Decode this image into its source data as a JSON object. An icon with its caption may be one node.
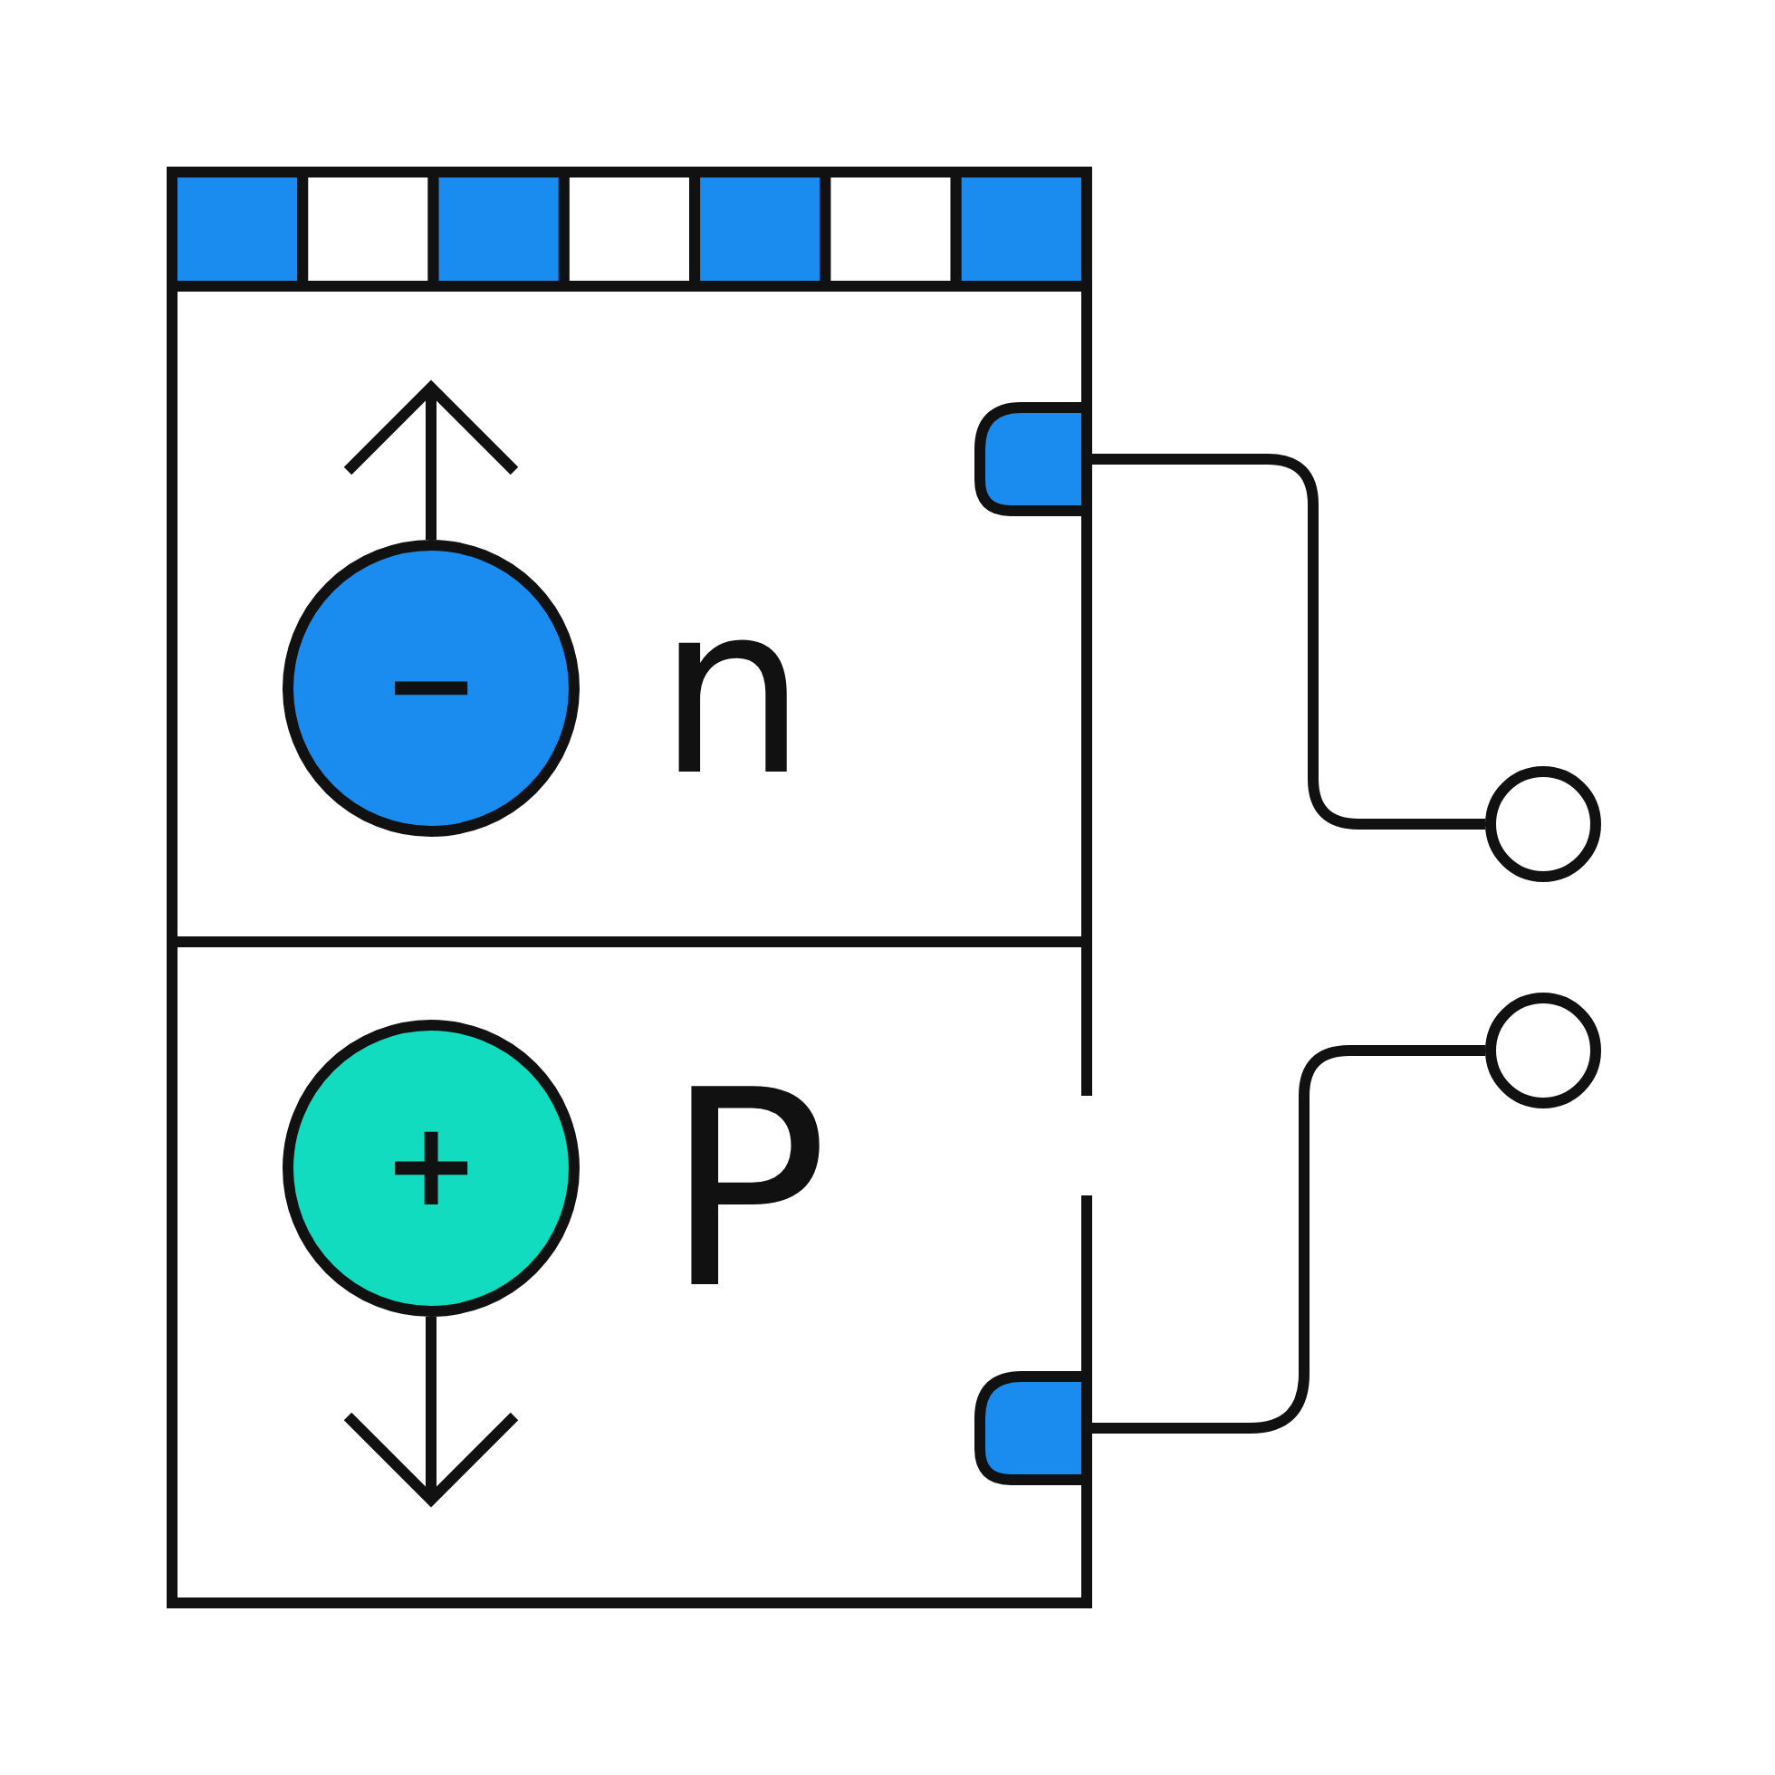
{
  "diagram": {
    "nodes": [
      {
        "text": [
          "n"
        ]
      },
      {
        "text": [
          "−"
        ],
        "in": 0
      },
      {
        "text": [
          "P"
        ]
      },
      {
        "text": [
          "+"
        ],
        "in": 2
      },
      {
        "text": [],
        "shape": "box",
        "in": 0
      },
      {
        "text": [],
        "shape": "box",
        "in": 2
      },
      {
        "text": [],
        "shape": "circle"
      },
      {
        "text": [],
        "shape": "circle"
      }
    ],
    "edges": [
      {
        "from": 4,
        "to": 6,
        "arrow": "none"
      },
      {
        "from": 5,
        "to": 7,
        "arrow": "none"
      }
    ]
  }
}
